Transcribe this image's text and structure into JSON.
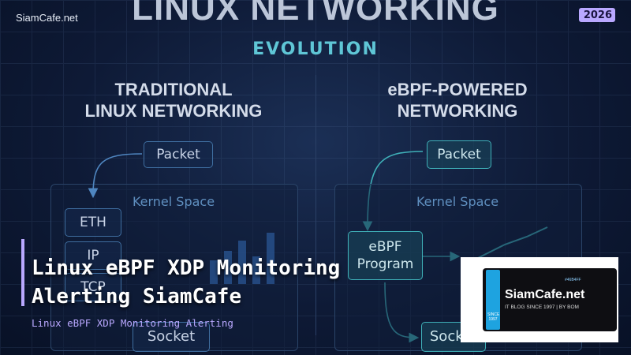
{
  "brand": "SiamCafe.net",
  "year": "2026",
  "title": "LINUX NETWORKING",
  "subtitle": "EVOLUTION",
  "left": {
    "heading_line1": "TRADITIONAL",
    "heading_line2": "LINUX NETWORKING",
    "packet": "Packet",
    "kernel": "Kernel Space",
    "eth": "ETH",
    "ip": "IP",
    "tcp": "TCP",
    "socket": "Socket"
  },
  "right": {
    "heading_line1": "eBPF-POWERED",
    "heading_line2": "NETWORKING",
    "packet": "Packet",
    "kernel": "Kernel Space",
    "ebpf_line1": "eBPF",
    "ebpf_line2": "Program",
    "socket": "Socket"
  },
  "overlay": {
    "title_line1": "Linux eBPF XDP Monitoring",
    "title_line2": "Alerting SiamCafe",
    "subtitle": "Linux eBPF XDP Monitoring Alerting"
  },
  "card": {
    "name": "SiamCafe.net",
    "tagline": "IT BLOG SINCE 1997 | BY BOM",
    "hex": "#46B4FF",
    "since": "SINCE 1997"
  },
  "colors": {
    "accent": "#b9a8ff",
    "teal": "#3fb0b8",
    "stripe": "#1ea3e0"
  }
}
